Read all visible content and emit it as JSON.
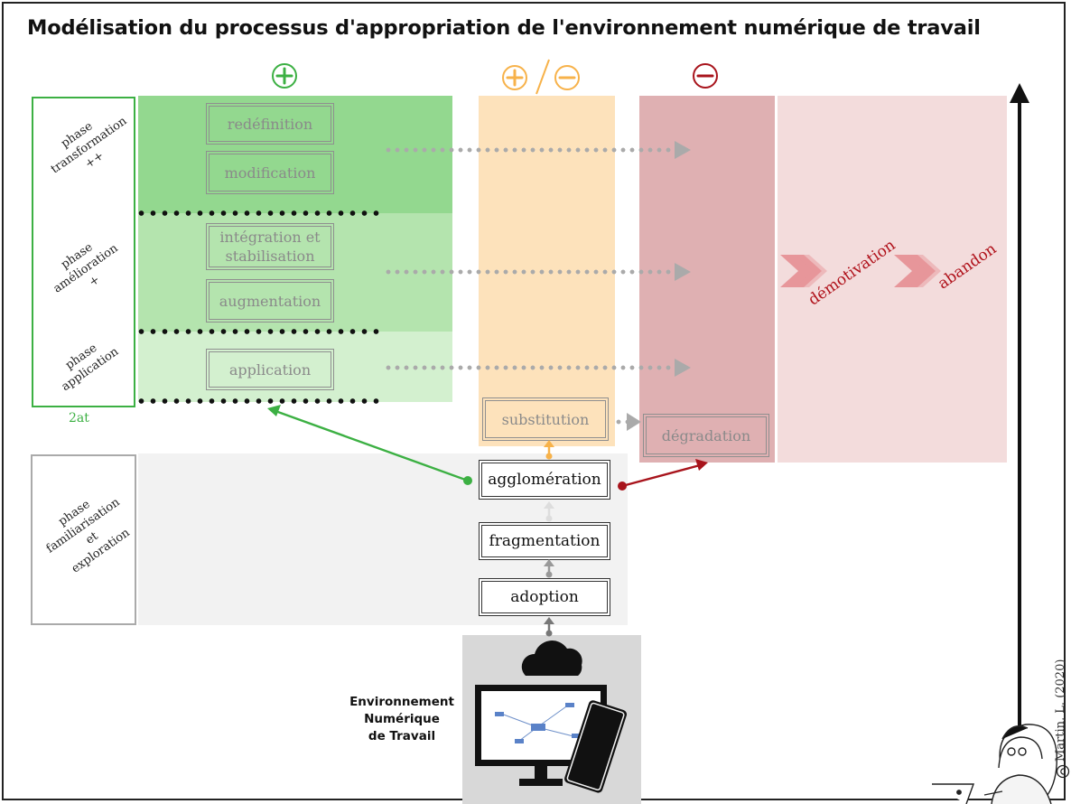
{
  "title": "Modélisation du processus d'appropriation de l'environnement numérique de travail",
  "colors": {
    "positive": "#3cb043",
    "neutral": "#f7b24a",
    "negative": "#a8141c",
    "green_dark": "#93d88f",
    "green_mid": "#b4e4ae",
    "green_light": "#d3f0cf",
    "orange_band": "#fde2bb",
    "red_band": "#dfb0b2",
    "pink_band": "#f3dcdc",
    "gray_band": "#f2f2f2"
  },
  "icons": {
    "plus": "plus-circle-icon",
    "minus": "minus-circle-icon",
    "cloud": "cloud-icon",
    "monitor": "monitor-icon",
    "phone": "smartphone-icon",
    "person": "person-with-laptop-icon",
    "copyright": "copyright-icon"
  },
  "phases": {
    "transformation": {
      "line1": "phase",
      "line2": "transformation",
      "line3": "++"
    },
    "amelioration": {
      "line1": "phase",
      "line2": "amélioration",
      "line3": "+"
    },
    "application": {
      "line1": "phase",
      "line2": "application"
    },
    "familiarisation": {
      "line1": "phase",
      "line2": "familiarisation",
      "line3": "et",
      "line4": "exploration"
    }
  },
  "brace_label": "2at",
  "steps": {
    "redefinition": "redéfinition",
    "modification": "modification",
    "integration_line1": "intégration et",
    "integration_line2": "stabilisation",
    "augmentation": "augmentation",
    "application": "application",
    "substitution": "substitution",
    "degradation": "dégradation",
    "agglomeration": "agglomération",
    "fragmentation": "fragmentation",
    "adoption": "adoption"
  },
  "outcomes": {
    "demotivation": "démotivation",
    "abandon": "abandon"
  },
  "env": {
    "line1": "Environnement",
    "line2": "Numérique",
    "line3": "de Travail"
  },
  "credit": "Martin, L. (2020)"
}
